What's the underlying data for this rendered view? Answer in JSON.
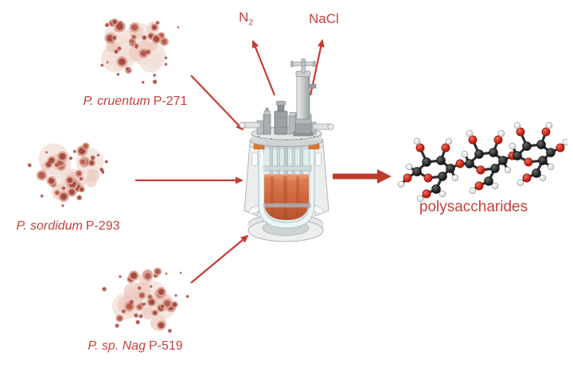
{
  "labels": {
    "strains": [
      {
        "species": "P. cruentum",
        "strain": "P-271"
      },
      {
        "species": "P. sordidum",
        "strain": "P-293"
      },
      {
        "species": "P. sp. Nag",
        "strain": "P-519"
      }
    ],
    "nitrogen": {
      "symbol": "N",
      "subscript": "2"
    },
    "salt": "NaCl",
    "product": "polysaccharides"
  },
  "colors": {
    "label_red": "#c5403a",
    "arrow_red": "#c73b31",
    "thick_arrow_red": "#bf3b2c",
    "liquid_orange": "#d06840",
    "culture_dark": "#a84a41",
    "culture_mid": "#d9a294",
    "culture_light": "#f3e0d9"
  }
}
